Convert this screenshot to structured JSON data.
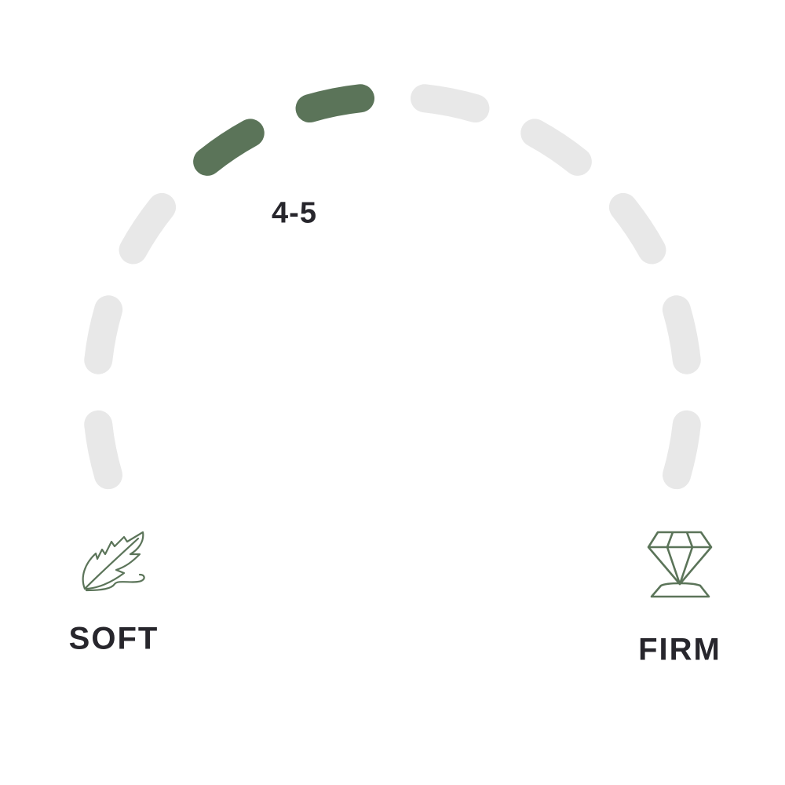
{
  "gauge": {
    "segment_count": 10,
    "filled_segments": [
      4,
      5
    ],
    "value_label": "4-5",
    "min_label": "SOFT",
    "max_label": "FIRM",
    "min_icon": "feather-icon",
    "max_icon": "diamond-icon",
    "colors": {
      "filled": "#5b7459",
      "empty": "#e8e8e8",
      "text": "#27262c",
      "icon": "#5b7459"
    }
  }
}
